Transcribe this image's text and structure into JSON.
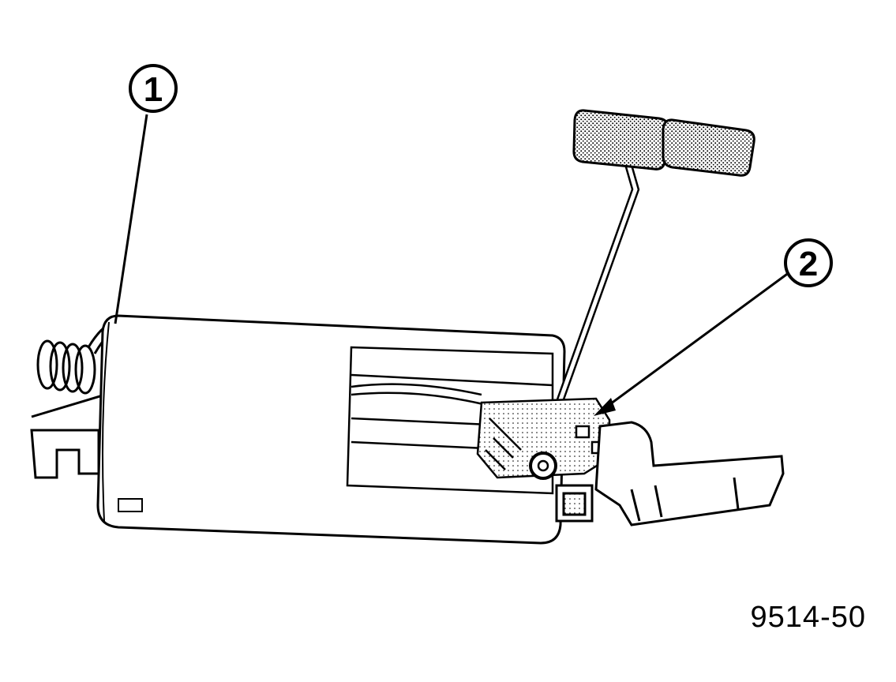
{
  "callouts": [
    {
      "number": "1"
    },
    {
      "number": "2"
    }
  ],
  "figure_id": "9514-50"
}
